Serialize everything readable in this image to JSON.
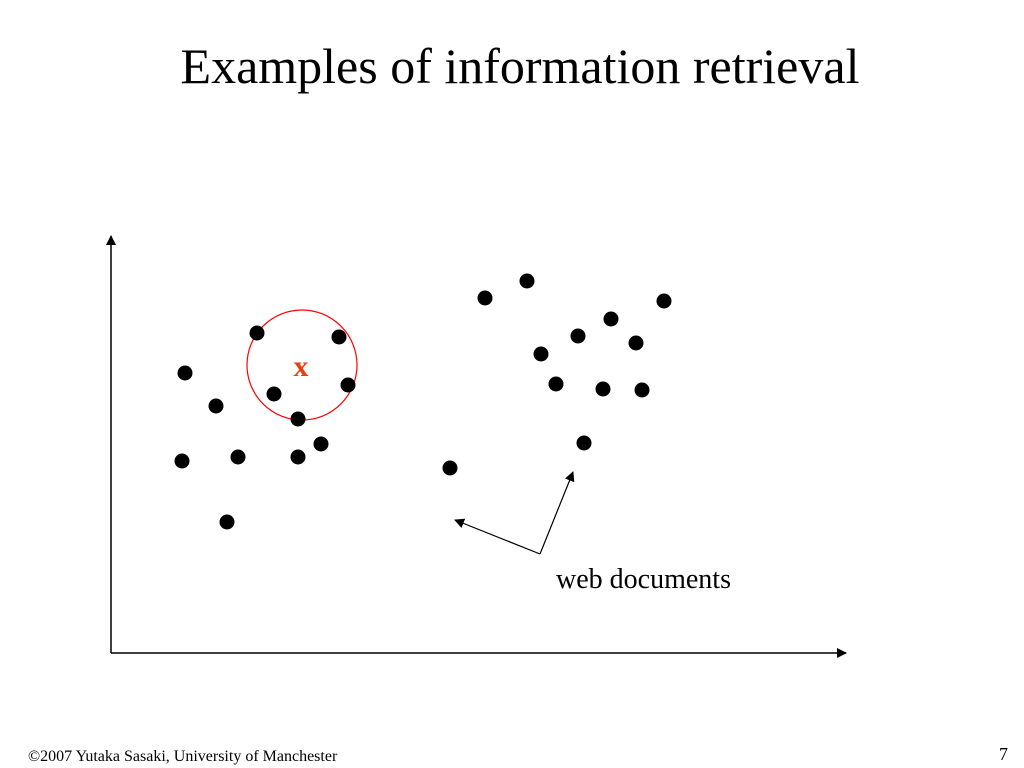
{
  "slide": {
    "title": "Examples of information retrieval",
    "footer": "©2007 Yutaka Sasaki, University of Manchester",
    "page_number": "7"
  },
  "diagram": {
    "query_marker": "x",
    "annotation": "web documents",
    "colors": {
      "query": "#e8410f",
      "circle": "#ff0000",
      "points": "#000000",
      "axes": "#000000"
    }
  }
}
